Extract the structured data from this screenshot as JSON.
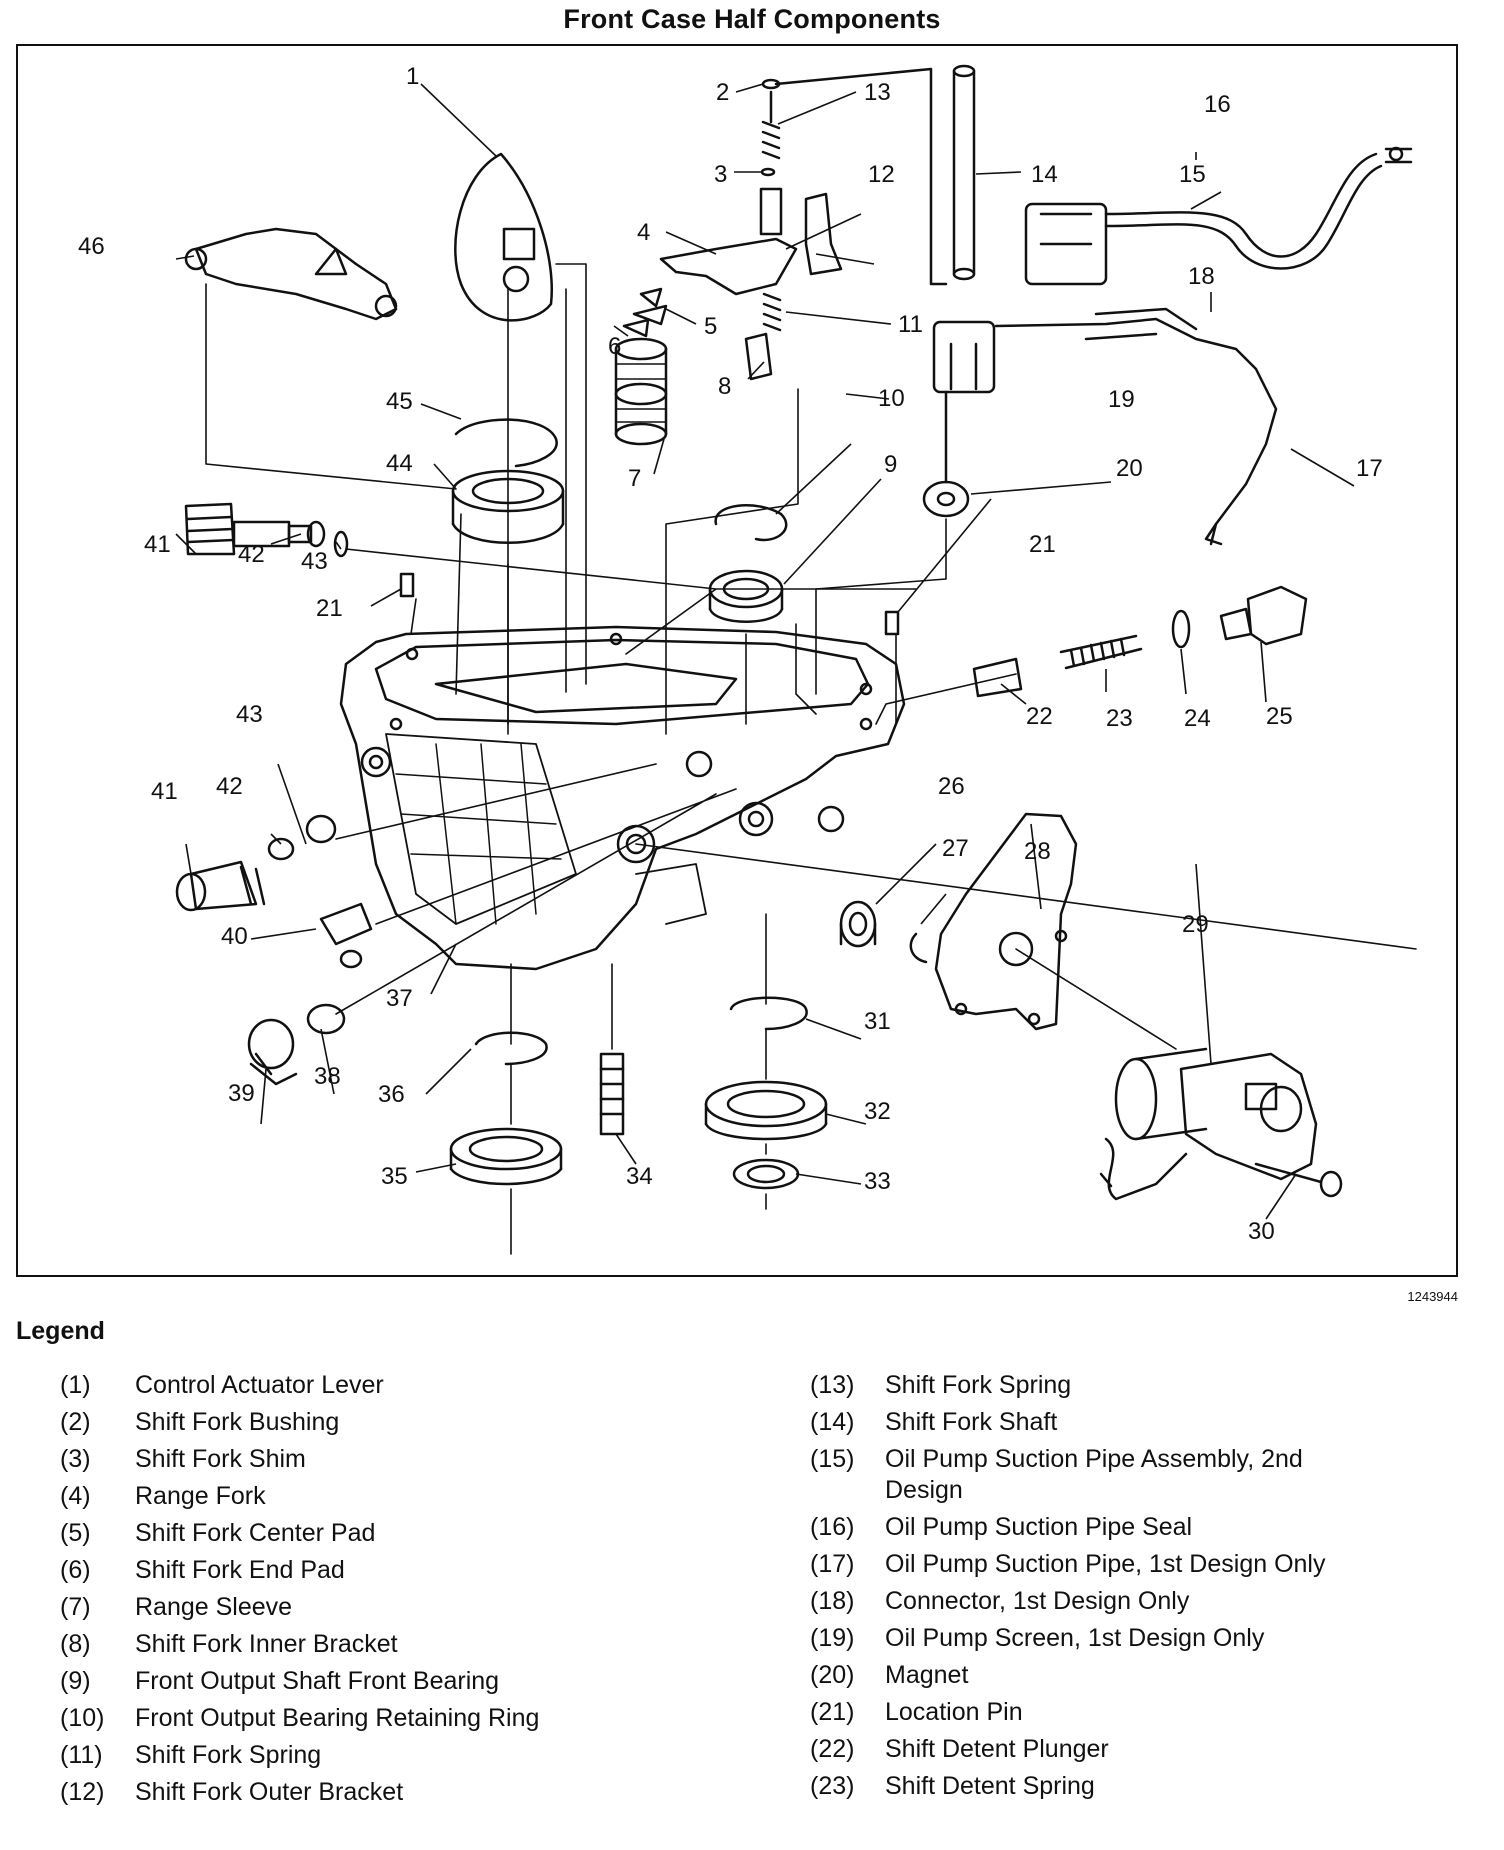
{
  "title": "Front Case Half Components",
  "figure_number": "1243944",
  "legend_title": "Legend",
  "legend_left": [
    {
      "num": "(1)",
      "label": "Control Actuator Lever"
    },
    {
      "num": "(2)",
      "label": "Shift Fork Bushing"
    },
    {
      "num": "(3)",
      "label": "Shift Fork Shim"
    },
    {
      "num": "(4)",
      "label": "Range Fork"
    },
    {
      "num": "(5)",
      "label": "Shift Fork Center Pad"
    },
    {
      "num": "(6)",
      "label": "Shift Fork End Pad"
    },
    {
      "num": "(7)",
      "label": "Range Sleeve"
    },
    {
      "num": "(8)",
      "label": "Shift Fork Inner Bracket"
    },
    {
      "num": "(9)",
      "label": "Front Output Shaft Front Bearing"
    },
    {
      "num": "(10)",
      "label": "Front Output Bearing Retaining Ring"
    },
    {
      "num": "(11)",
      "label": "Shift Fork Spring"
    },
    {
      "num": "(12)",
      "label": "Shift Fork Outer Bracket"
    }
  ],
  "legend_right": [
    {
      "num": "(13)",
      "label": "Shift Fork Spring"
    },
    {
      "num": "(14)",
      "label": "Shift Fork Shaft"
    },
    {
      "num": "(15)",
      "label": "Oil Pump Suction Pipe Assembly, 2nd Design"
    },
    {
      "num": "(16)",
      "label": "Oil Pump Suction Pipe Seal"
    },
    {
      "num": "(17)",
      "label": "Oil Pump Suction Pipe, 1st Design Only"
    },
    {
      "num": "(18)",
      "label": "Connector, 1st Design Only"
    },
    {
      "num": "(19)",
      "label": "Oil Pump Screen, 1st Design Only"
    },
    {
      "num": "(20)",
      "label": "Magnet"
    },
    {
      "num": "(21)",
      "label": "Location Pin"
    },
    {
      "num": "(22)",
      "label": "Shift Detent Plunger"
    },
    {
      "num": "(23)",
      "label": "Shift Detent Spring"
    }
  ],
  "callouts": [
    "1",
    "2",
    "3",
    "4",
    "5",
    "6",
    "7",
    "8",
    "9",
    "10",
    "11",
    "12",
    "13",
    "14",
    "15",
    "16",
    "17",
    "18",
    "19",
    "20",
    "21",
    "21",
    "22",
    "23",
    "24",
    "25",
    "26",
    "27",
    "28",
    "29",
    "30",
    "31",
    "32",
    "33",
    "34",
    "35",
    "36",
    "37",
    "38",
    "39",
    "40",
    "41",
    "41",
    "42",
    "42",
    "43",
    "43",
    "44",
    "45",
    "46"
  ]
}
